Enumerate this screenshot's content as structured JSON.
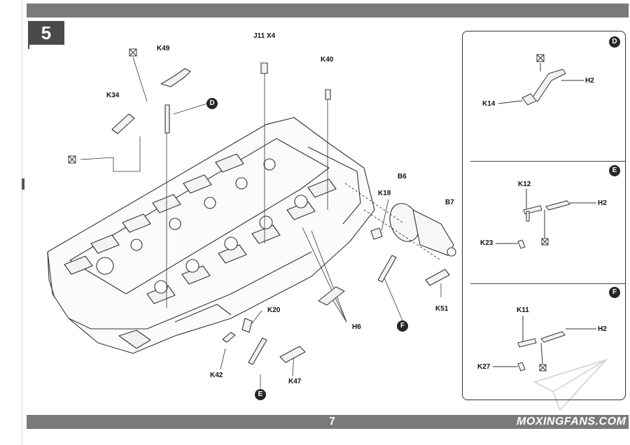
{
  "step": {
    "number": "5"
  },
  "footer": {
    "page_number": "7",
    "watermark": "MOXINGFANS.COM"
  },
  "main_assembly": {
    "labels": {
      "k49": "K49",
      "k34": "K34",
      "j11_x4": "J11 X4",
      "k40": "K40",
      "b6": "B6",
      "b7": "B7",
      "k18": "K18",
      "k51": "K51",
      "h6": "H6",
      "k20": "K20",
      "k42": "K42",
      "k47": "K47"
    },
    "callouts": {
      "d": "D",
      "e": "E",
      "f": "F"
    }
  },
  "insets": {
    "d": {
      "badge": "D",
      "part_a": "K14",
      "part_b": "H2"
    },
    "e": {
      "badge": "E",
      "part_a": "K12",
      "part_b": "H2",
      "part_c": "K23"
    },
    "f": {
      "badge": "F",
      "part_a": "K11",
      "part_b": "H2",
      "part_c": "K27"
    }
  },
  "icons": [
    "glue-icon",
    "engine-block-drawing",
    "paper-plane-logo"
  ]
}
